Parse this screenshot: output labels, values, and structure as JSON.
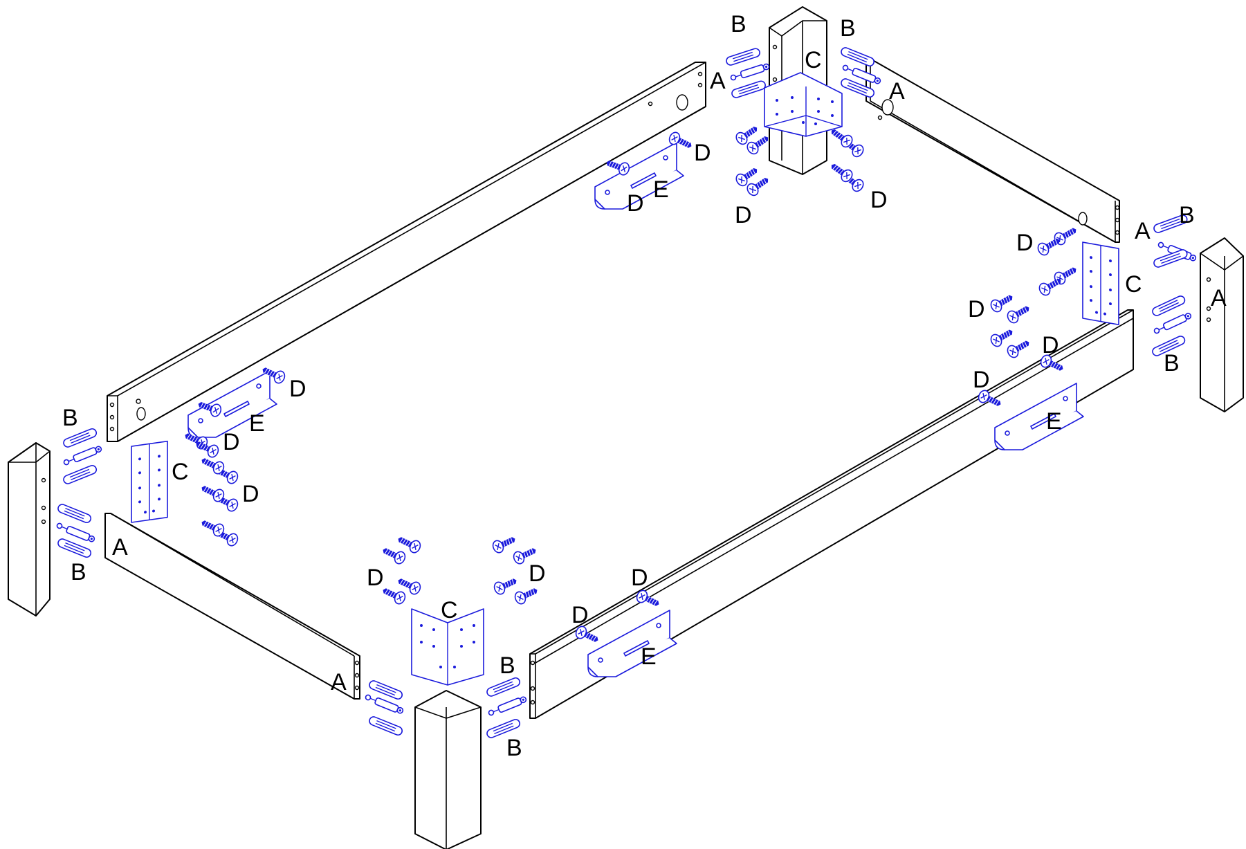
{
  "diagram": {
    "type": "exploded assembly drawing",
    "colors": {
      "wood_outline": "#000000",
      "hardware": "#1a1adc",
      "background": "#ffffff"
    },
    "part_labels": {
      "A": "A",
      "B": "B",
      "C": "C",
      "D": "D",
      "E": "E"
    }
  }
}
